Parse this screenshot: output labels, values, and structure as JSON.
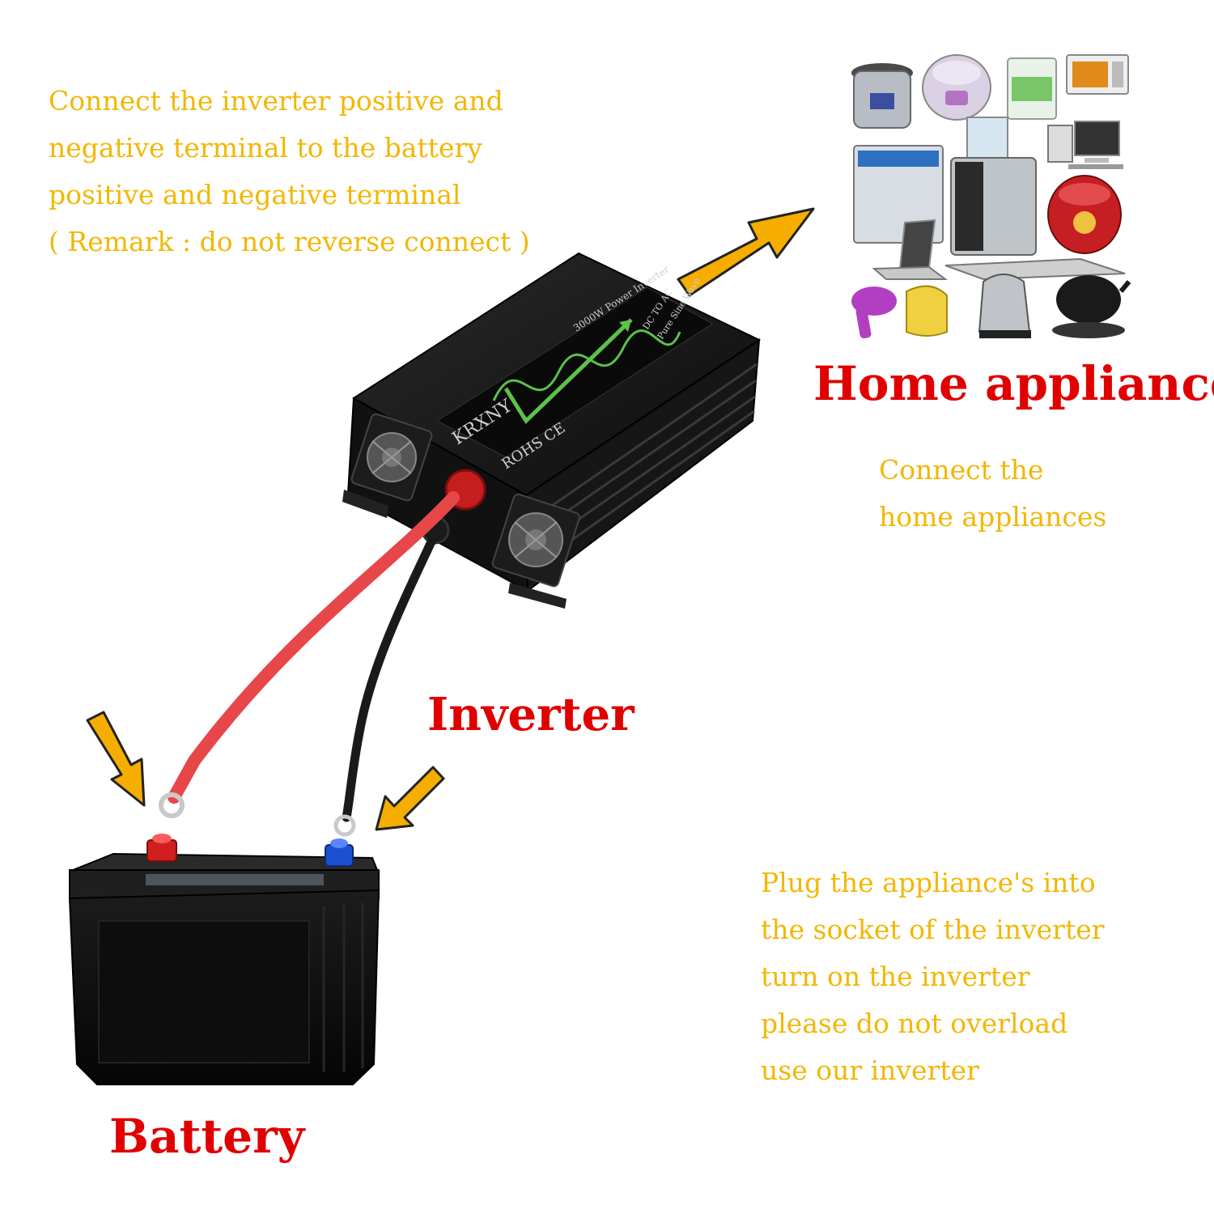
{
  "instructions": {
    "connect_battery": [
      "Connect the inverter positive and",
      "negative terminal to the battery",
      "positive and negative terminal",
      "( Remark : do not reverse connect )"
    ],
    "connect_appliances": [
      "Connect the",
      "home appliances"
    ],
    "usage": [
      "Plug the appliance's into",
      "the socket of the inverter",
      "turn on the inverter",
      "please do not overload",
      "use our inverter"
    ]
  },
  "labels": {
    "home_appliances": "Home appliances",
    "inverter": "Inverter",
    "battery": "Battery"
  },
  "inverter_panel": {
    "brand": "KRXNY",
    "model": "3000W Power Inverter",
    "spec_line1": "DC TO AC",
    "spec_line2": "Pure Sine Wave",
    "certs": "ROHS CE"
  },
  "colors": {
    "instruction_text": "#f2b705",
    "label_text": "#e00000",
    "arrow": "#f5ad00",
    "positive_cable": "#e8474a",
    "negative_cable": "#1a1a1a"
  },
  "icons": [
    "arrow-icon",
    "fan-icon",
    "battery-terminal-positive-icon",
    "battery-terminal-negative-icon"
  ]
}
